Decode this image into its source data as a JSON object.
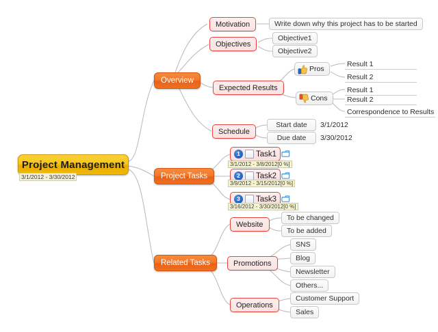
{
  "diagram": {
    "type": "mind-map",
    "root": {
      "label": "Project Management",
      "date": "3/1/2012 - 3/30/2012",
      "color": "#f0b907"
    },
    "branch_color": "#f0701f",
    "subnode_color": "#e8443c",
    "branches": [
      {
        "label": "Overview",
        "children": [
          {
            "label": "Motivation",
            "leaves": [
              {
                "label": "Write down why this project has to be started"
              }
            ]
          },
          {
            "label": "Objectives",
            "leaves": [
              {
                "label": "Objective1"
              },
              {
                "label": "Objective2"
              }
            ]
          },
          {
            "label": "Expected Results",
            "groups": [
              {
                "label": "Pros",
                "icon": "thumbs-up-icon",
                "results": [
                  "Result 1",
                  "Result 2"
                ]
              },
              {
                "label": "Cons",
                "icon": "thumbs-down-icon",
                "results": [
                  "Result 1",
                  "Result 2",
                  "Correspondence to Results"
                ]
              }
            ]
          },
          {
            "label": "Schedule",
            "rows": [
              {
                "label": "Start date",
                "value": "3/1/2012"
              },
              {
                "label": "Due date",
                "value": "3/30/2012"
              }
            ]
          }
        ]
      },
      {
        "label": "Project Tasks",
        "tasks": [
          {
            "number": "1",
            "label": "Task1",
            "date": "3/1/2012 - 3/8/2012[0 %]",
            "icon": "folder-icon",
            "checkbox": "unchecked"
          },
          {
            "number": "2",
            "label": "Task2",
            "date": "3/9/2012 - 3/15/2012[0 %]",
            "icon": "folder-icon",
            "checkbox": "unchecked"
          },
          {
            "number": "3",
            "label": "Task3",
            "date": "3/16/2012 - 3/30/2012[0 %]",
            "icon": "folder-icon",
            "checkbox": "unchecked"
          }
        ]
      },
      {
        "label": "Related Tasks",
        "children": [
          {
            "label": "Website",
            "leaves": [
              {
                "label": "To be changed"
              },
              {
                "label": "To be added"
              }
            ]
          },
          {
            "label": "Promotions",
            "leaves": [
              {
                "label": "SNS"
              },
              {
                "label": "Blog"
              },
              {
                "label": "Newsletter"
              },
              {
                "label": "Others..."
              }
            ]
          },
          {
            "label": "Operations",
            "leaves": [
              {
                "label": "Customer Support"
              },
              {
                "label": "Sales"
              }
            ]
          }
        ]
      }
    ]
  }
}
